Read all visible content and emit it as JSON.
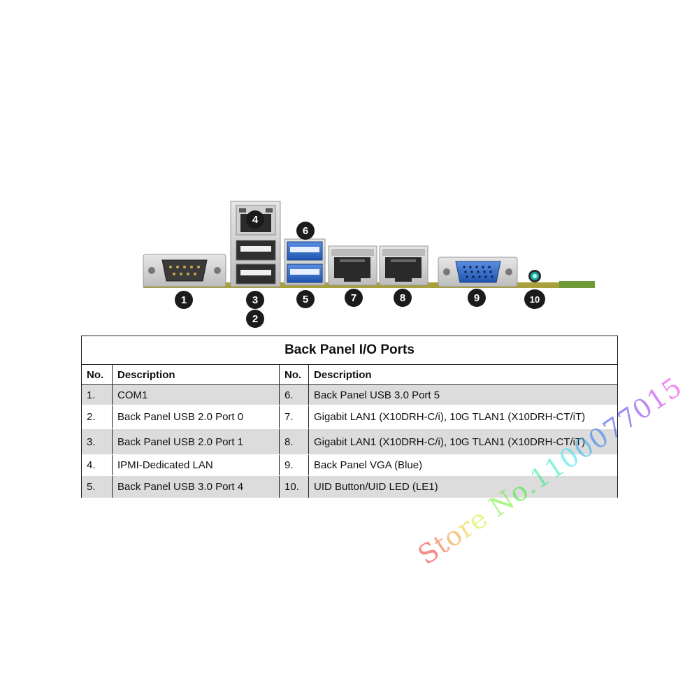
{
  "panel": {
    "callouts": [
      "1",
      "3",
      "2",
      "4",
      "6",
      "5",
      "7",
      "8",
      "9",
      "10"
    ]
  },
  "table": {
    "title": "Back Panel I/O Ports",
    "headers": {
      "no": "No.",
      "description": "Description"
    },
    "rows": [
      {
        "no_a": "1.",
        "desc_a": "COM1",
        "no_b": "6.",
        "desc_b": "Back Panel USB 3.0 Port 5"
      },
      {
        "no_a": "2.",
        "desc_a": "Back Panel USB 2.0 Port 0",
        "no_b": "7.",
        "desc_b": "Gigabit LAN1 (X10DRH-C/i), 10G TLAN1 (X10DRH-CT/iT)"
      },
      {
        "no_a": "3.",
        "desc_a": "Back Panel USB 2.0 Port 1",
        "no_b": "8.",
        "desc_b": "Gigabit LAN1 (X10DRH-C/i), 10G TLAN1 (X10DRH-CT/iT)"
      },
      {
        "no_a": "4.",
        "desc_a": "IPMI-Dedicated LAN",
        "no_b": "9.",
        "desc_b": "Back Panel VGA (Blue)"
      },
      {
        "no_a": "5.",
        "desc_a": "Back Panel USB 3.0 Port 4",
        "no_b": "10.",
        "desc_b": "UID Button/UID LED (LE1)"
      }
    ]
  },
  "watermark": "Store No.1100077015",
  "colors": {
    "pcb": "#a8a03a",
    "usb3": "#2f6fc9",
    "vga": "#3a5fd0",
    "uid_led": "#18b0a8",
    "row_shade": "#dcdcdc"
  }
}
